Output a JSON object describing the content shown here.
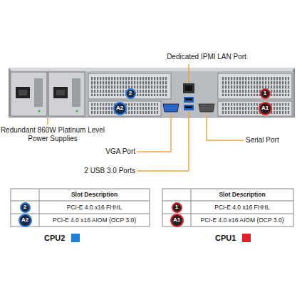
{
  "diagram": {
    "nodes": [
      {
        "text": [
          "2"
        ]
      },
      {
        "text": [
          "1"
        ]
      },
      {
        "text": [
          "A2"
        ]
      },
      {
        "text": [
          "A1"
        ]
      },
      {
        "text": [
          "2"
        ]
      },
      {
        "text": [
          "A2"
        ]
      },
      {
        "text": [
          "1"
        ]
      },
      {
        "text": [
          "A1"
        ]
      }
    ],
    "labels": [
      "Dedicated IPMI LAN Port",
      "Redundant 860W Platinum Level Power Supplies",
      "VGA Port",
      "2 USB 3.0 Ports",
      "Serial Port",
      "Slot Description",
      "PCI-E 4.0 x16 FHHL",
      "PCI-E 4.0 x16 AIOM (OCP 3.0)",
      "Slot Description",
      "PCI-E 4.0 x16 FHHL",
      "PCI-E 4.0 x16 AIOM (OCP 3.0)"
    ],
    "legend": [
      {
        "text": "CPU2",
        "color": "#1e7fd6"
      },
      {
        "text": "CPU1",
        "color": "#e3202a"
      }
    ]
  }
}
